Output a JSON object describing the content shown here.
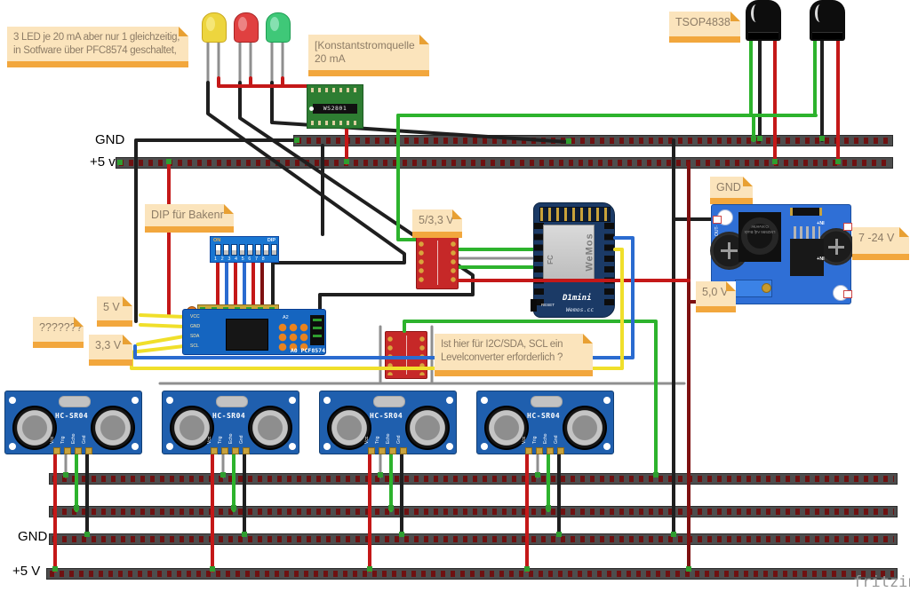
{
  "watermark": "fritzing",
  "rails": {
    "top_gnd": "GND",
    "top_5v": "+5 v",
    "bottom_gnd": "GND",
    "bottom_5v": "+5 V"
  },
  "notes": {
    "led": {
      "line1": "3 LED je 20 mA aber nur 1 gleichzeitig,",
      "line2": "in Sotfware über PFC8574 geschaltet,"
    },
    "konstant": {
      "line1": "[Konstantstromquelle",
      "line2": "20 mA"
    },
    "tsop": {
      "text": "TSOP4838"
    },
    "dip": {
      "text": "DIP für Bakenr"
    },
    "v533": {
      "text": "5/3,3 V"
    },
    "gnd_right": {
      "text": "GND"
    },
    "v724": {
      "text": "7 -24 V"
    },
    "v50": {
      "text": "5,0 V"
    },
    "v5": {
      "text": "5 V"
    },
    "unknown": {
      "text": "???????"
    },
    "v33": {
      "text": "3,3 V"
    },
    "i2c": {
      "line1": "Ist hier für I2C/SDA, SCL ein",
      "line2": "Levelconverter erforderlich ?"
    }
  },
  "components": {
    "ws2801": {
      "label": "WS2801"
    },
    "dip_switch": {
      "on": "ON",
      "dip": "DIP",
      "numbers": "12345678"
    },
    "pcf8574": {
      "pin1": "VCC",
      "pin2": "GND",
      "pin3": "SDA",
      "pin4": "SCL",
      "jumper": "A2",
      "label": "A0 PCF8574"
    },
    "d1mini": {
      "logo": "WeMos",
      "fc": "FC",
      "name": "D1mini",
      "site": "Wemos.cc",
      "reset": "RESET"
    },
    "buck": {
      "out_minus": "OUT-",
      "out_plus": "OUT+",
      "in_plus_top": "+NI",
      "in_plus_bottom": "+NI",
      "chip": "LM2596 Adj Buck Converter"
    },
    "hcsr04": {
      "label": "HC-SR04",
      "pin1": "Vcc",
      "pin2": "Trig",
      "pin3": "Echo",
      "pin4": "Gnd"
    }
  },
  "colors": {
    "wire_red": "#c41818",
    "wire_dark_red": "#7e1010",
    "wire_black": "#1f1f1f",
    "wire_green": "#2db32d",
    "wire_yellow": "#f0df2a",
    "wire_blue": "#2a6bd0",
    "wire_grey": "#8f8f8f",
    "note_bg": "#fbe4bc",
    "note_bar": "#f2a73d",
    "board_blue": "#1f5fae",
    "pcb_green": "#2e7d32",
    "level_red": "#c62828"
  }
}
